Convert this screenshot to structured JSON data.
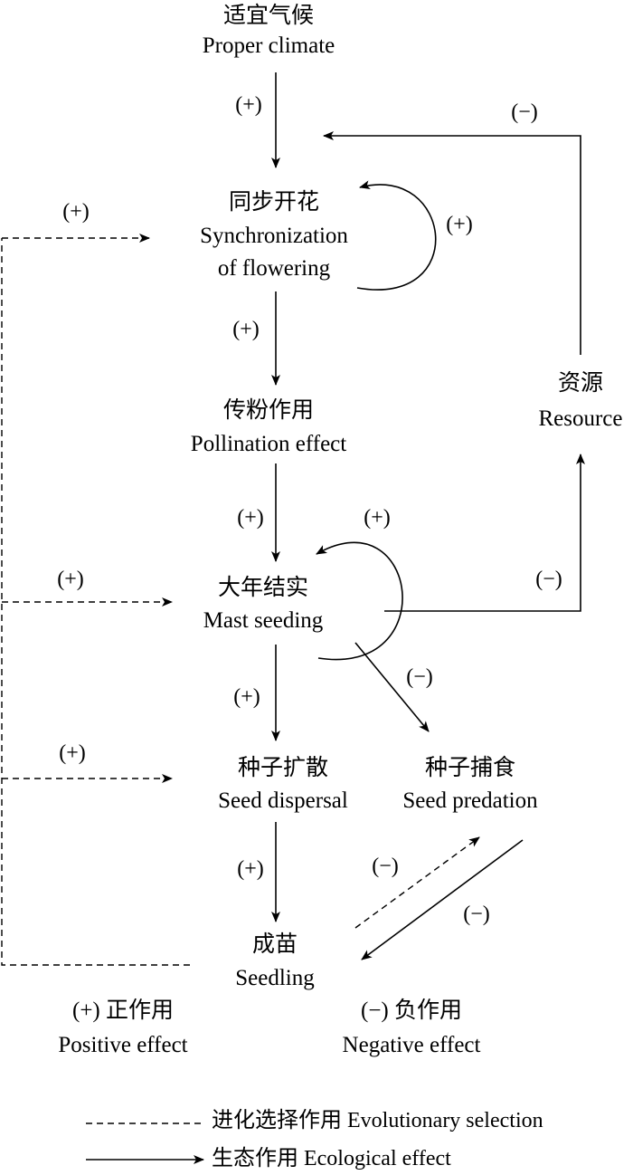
{
  "nodes": {
    "climate": {
      "zh": "适宜气候",
      "en": "Proper climate"
    },
    "sync": {
      "zh": "同步开花",
      "en1": "Synchronization",
      "en2": "of flowering"
    },
    "pollination": {
      "zh": "传粉作用",
      "en": "Pollination effect"
    },
    "mast": {
      "zh": "大年结实",
      "en": "Mast seeding"
    },
    "resource": {
      "zh": "资源",
      "en": "Resource"
    },
    "dispersal": {
      "zh": "种子扩散",
      "en": "Seed dispersal"
    },
    "predation": {
      "zh": "种子捕食",
      "en": "Seed predation"
    },
    "seedling": {
      "zh": "成苗",
      "en": "Seedling"
    }
  },
  "signs": {
    "positive": "(+)",
    "negative": "(−)"
  },
  "key": {
    "positive_zh": "(+) 正作用",
    "positive_en": "Positive effect",
    "negative_zh": "(−) 负作用",
    "negative_en": "Negative effect"
  },
  "legend": {
    "evolutionary": "进化选择作用 Evolutionary selection",
    "ecological": "生态作用 Ecological effect"
  },
  "colors": {
    "line": "#000000",
    "background": "#ffffff"
  }
}
